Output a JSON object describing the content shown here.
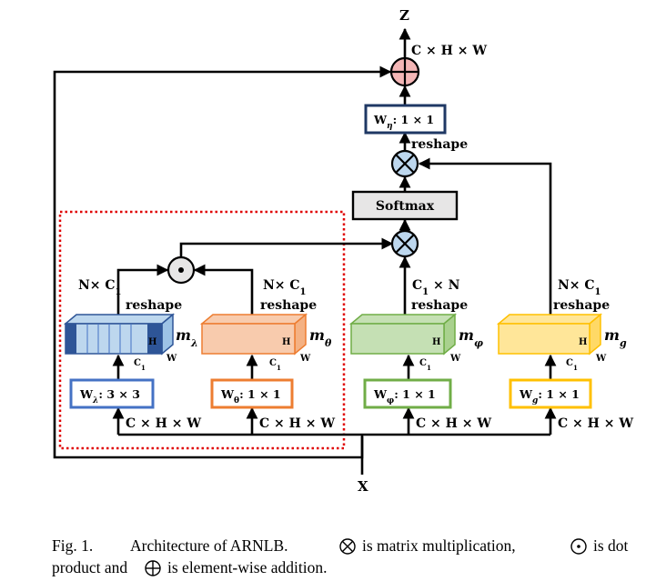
{
  "io": {
    "output_z": "Z",
    "input_x": "X"
  },
  "dims": {
    "output": "C × H × W",
    "in_lambda": "C × H × W",
    "in_theta": "C × H × W",
    "in_phi": "C × H × W",
    "in_g": "C × H × W",
    "nc_left": "N× C",
    "nc_theta": "N× C",
    "cn_phi": "C",
    "cn_phi_tail": " × N",
    "nc_g": "N× C",
    "sub1": "1"
  },
  "labels": {
    "reshape": "reshape",
    "softmax": "Softmax",
    "h": "H",
    "w": "W",
    "c": "C",
    "c_sub": "1"
  },
  "convs": {
    "eta": {
      "w": "W",
      "sub": "η",
      "rest": ": 1 × 1"
    },
    "lambda": {
      "w": "W",
      "sub": "λ",
      "rest": ": 3 × 3"
    },
    "theta": {
      "w": "W",
      "sub": "θ",
      "rest": ": 1 × 1"
    },
    "phi": {
      "w": "W",
      "sub": "φ",
      "rest": ": 1 × 1"
    },
    "g": {
      "w": "W",
      "sub": "g",
      "rest": ": 1 × 1"
    }
  },
  "modules": {
    "lambda": {
      "m": "m",
      "sub": "λ"
    },
    "theta": {
      "m": "m",
      "sub": "θ"
    },
    "phi": {
      "m": "m",
      "sub": "φ"
    },
    "g": {
      "m": "m",
      "sub": "g"
    }
  },
  "caption": {
    "fig": "Fig. 1.",
    "line1_a": "Architecture of ARNLB.",
    "line1_b": "is matrix multiplication,",
    "line1_c": "is dot",
    "line2_a": "product and",
    "line2_b": "is element-wise addition."
  },
  "colors": {
    "lambda_border": "#4472c4",
    "lambda_fill": "#bdd7ee",
    "lambda_dark": "#2e5597",
    "theta_border": "#ed7d31",
    "theta_fill": "#f8cbad",
    "phi_border": "#70ad47",
    "phi_fill": "#c5e0b4",
    "g_border": "#ffc000",
    "g_fill": "#ffe699",
    "eta_border": "#1f3864",
    "mult_fill": "#bdd7ee",
    "add_fill": "#f4b6b6",
    "softmax_fill": "#e7e6e6",
    "dotted_red": "#e00000"
  }
}
